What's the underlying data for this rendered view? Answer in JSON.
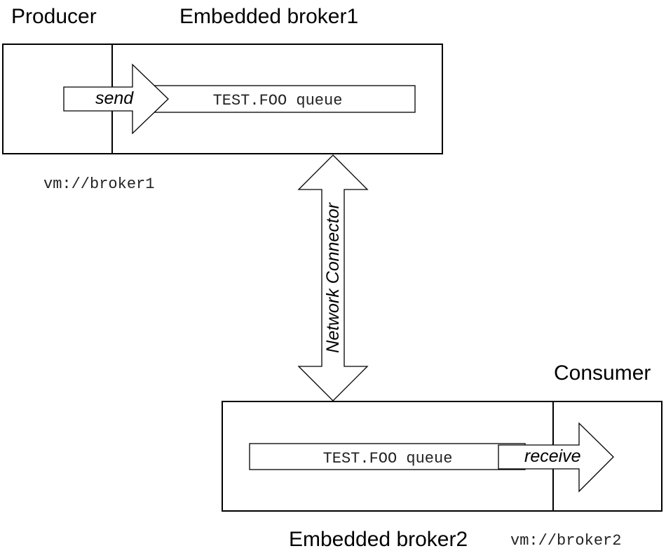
{
  "labels": {
    "producer": "Producer",
    "broker1": "Embedded broker1",
    "consumer": "Consumer",
    "broker2": "Embedded broker2",
    "broker1_url": "vm://broker1",
    "broker2_url": "vm://broker2",
    "queue1": "TEST.FOO queue",
    "queue2": "TEST.FOO queue",
    "send": "send",
    "receive": "receive",
    "connector": "Network Connector"
  },
  "colors": {
    "stroke": "#000000",
    "fill": "#ffffff",
    "text": "#000000"
  }
}
